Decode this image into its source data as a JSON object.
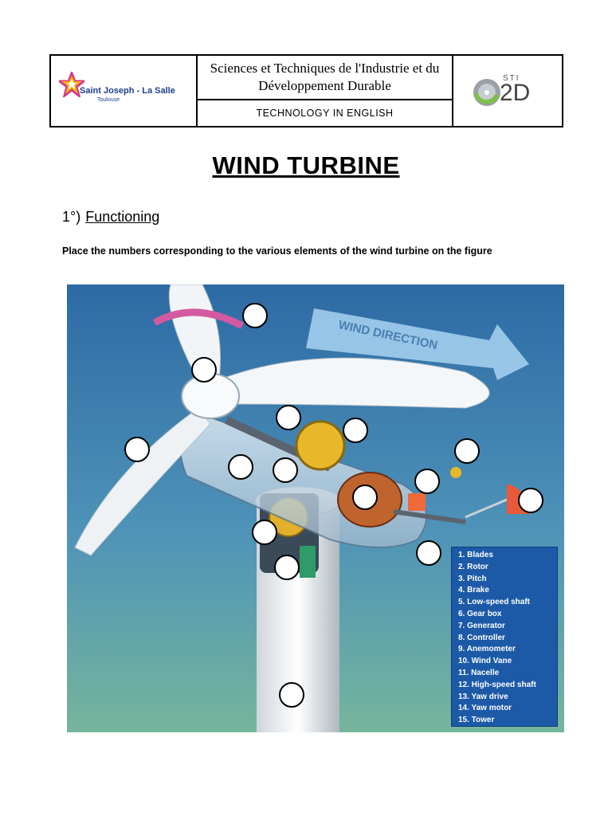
{
  "header": {
    "school_name": "Saint Joseph - La Salle",
    "school_city": "Toulouse",
    "course_title": "Sciences et Techniques de l'Industrie et du Développement Durable",
    "subtitle": "TECHNOLOGY IN ENGLISH",
    "sti_small": "STI",
    "sti_big": "2D"
  },
  "title": "WIND TURBINE",
  "section": {
    "number": "1°)",
    "title": "Functioning"
  },
  "instruction": "Place the numbers corresponding to the various elements of the wind turbine on the figure",
  "figure": {
    "wind_label": "WIND DIRECTION",
    "legend": [
      "1. Blades",
      "2. Rotor",
      "3. Pitch",
      "4. Brake",
      "5. Low-speed shaft",
      "6. Gear box",
      "7. Generator",
      "8. Controller",
      "9. Anemometer",
      "10. Wind Vane",
      "11. Nacelle",
      "12. High-speed shaft",
      "13. Yaw drive",
      "14. Yaw motor",
      "15. Tower"
    ]
  },
  "colors": {
    "legend_bg": "#1c5aa8",
    "sky_top": "#2e6fa8",
    "sky_bottom": "#6fb0a0"
  }
}
